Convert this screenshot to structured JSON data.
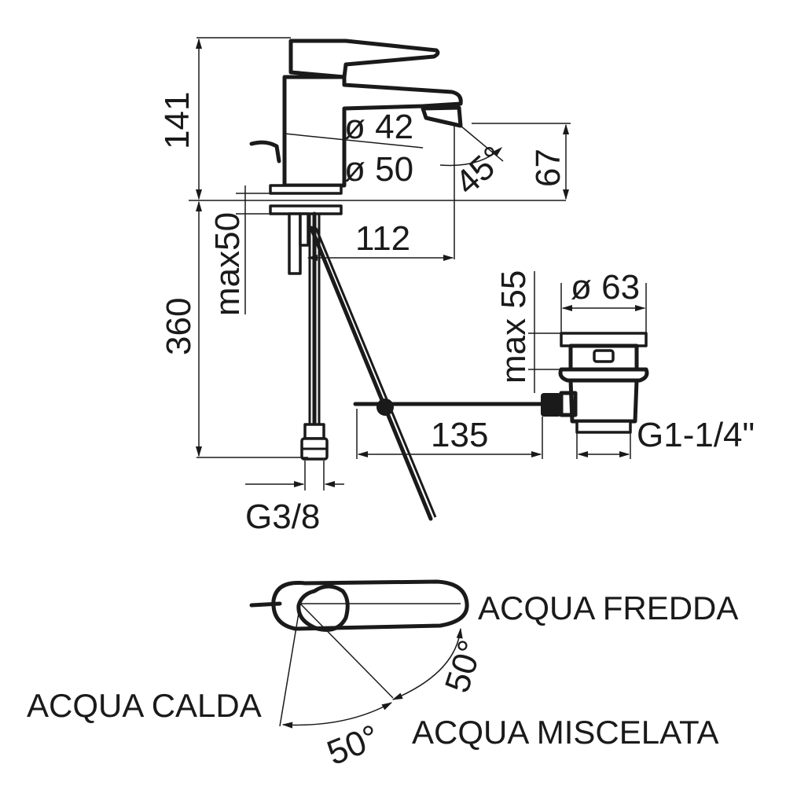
{
  "dimensions": {
    "height_total": "141",
    "spout_diameter": "ø 42",
    "base_diameter": "ø 50",
    "angle_spout": "45°",
    "spout_height": "67",
    "deck_thickness": "max50",
    "reach": "112",
    "hose_length": "360",
    "waste_diameter": "ø 63",
    "waste_max": "max 55",
    "rod_length": "135",
    "waste_thread": "G1-1/4\"",
    "inlet_thread": "G3/8"
  },
  "handle": {
    "cold": "ACQUA FREDDA",
    "hot": "ACQUA CALDA",
    "mixed": "ACQUA MISCELATA",
    "angle_cold": "50°",
    "angle_hot": "50°"
  }
}
